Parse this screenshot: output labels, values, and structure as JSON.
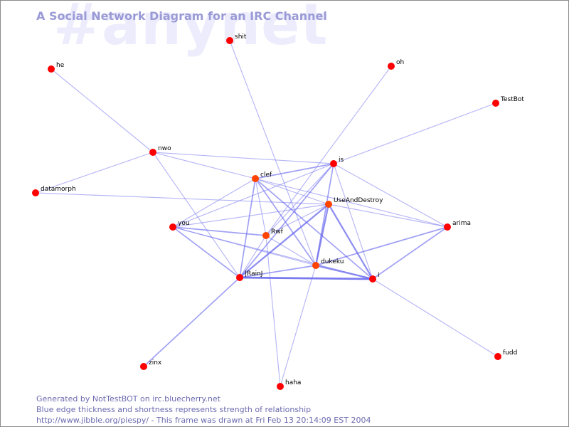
{
  "watermark": "#anynet",
  "title": "A Social Network Diagram for an IRC Channel",
  "footer": {
    "line1": "Generated by NotTestBOT on irc.bluecherry.net",
    "line2": "Blue edge thickness and shortness represents strength of relationship",
    "line3": "http://www.jibble.org/piespy/ - This frame was drawn at Fri Feb 13 20:14:09 EST 2004"
  },
  "colors": {
    "node": "#ff0000",
    "node_active": "#ff4400",
    "edge": "#6666ee"
  },
  "nodes": [
    {
      "id": "shit",
      "label": "shit"
    },
    {
      "id": "he",
      "label": "he"
    },
    {
      "id": "oh",
      "label": "oh"
    },
    {
      "id": "TestBot",
      "label": "TestBot"
    },
    {
      "id": "nwo",
      "label": "nwo"
    },
    {
      "id": "is",
      "label": "is"
    },
    {
      "id": "clef",
      "label": "clef"
    },
    {
      "id": "datamorph",
      "label": "datamorph"
    },
    {
      "id": "UseAndDestroy",
      "label": "UseAndDestroy"
    },
    {
      "id": "arima",
      "label": "arima"
    },
    {
      "id": "you",
      "label": "you"
    },
    {
      "id": "Rwf",
      "label": "Rwf"
    },
    {
      "id": "dukeku",
      "label": "dukeku"
    },
    {
      "id": "i",
      "label": "i"
    },
    {
      "id": "JRainJ",
      "label": "|RainJ"
    },
    {
      "id": "fudd",
      "label": "fudd"
    },
    {
      "id": "zinx",
      "label": "zinx"
    },
    {
      "id": "haha",
      "label": "haha"
    }
  ],
  "edges": [
    {
      "source": "he",
      "target": "nwo",
      "strength": 1
    },
    {
      "source": "nwo",
      "target": "datamorph",
      "strength": 1
    },
    {
      "source": "nwo",
      "target": "is",
      "strength": 1
    },
    {
      "source": "nwo",
      "target": "clef",
      "strength": 1
    },
    {
      "source": "nwo",
      "target": "JRainJ",
      "strength": 1
    },
    {
      "source": "shit",
      "target": "dukeku",
      "strength": 1
    },
    {
      "source": "oh",
      "target": "Rwf",
      "strength": 1
    },
    {
      "source": "TestBot",
      "target": "is",
      "strength": 1
    },
    {
      "source": "datamorph",
      "target": "UseAndDestroy",
      "strength": 1
    },
    {
      "source": "clef",
      "target": "is",
      "strength": 2
    },
    {
      "source": "clef",
      "target": "you",
      "strength": 1
    },
    {
      "source": "clef",
      "target": "UseAndDestroy",
      "strength": 1
    },
    {
      "source": "clef",
      "target": "Rwf",
      "strength": 1
    },
    {
      "source": "clef",
      "target": "dukeku",
      "strength": 2
    },
    {
      "source": "clef",
      "target": "i",
      "strength": 2
    },
    {
      "source": "clef",
      "target": "JRainJ",
      "strength": 2
    },
    {
      "source": "clef",
      "target": "arima",
      "strength": 1
    },
    {
      "source": "is",
      "target": "you",
      "strength": 1
    },
    {
      "source": "is",
      "target": "arima",
      "strength": 1
    },
    {
      "source": "is",
      "target": "Rwf",
      "strength": 1
    },
    {
      "source": "is",
      "target": "dukeku",
      "strength": 2
    },
    {
      "source": "is",
      "target": "JRainJ",
      "strength": 2
    },
    {
      "source": "is",
      "target": "i",
      "strength": 1
    },
    {
      "source": "UseAndDestroy",
      "target": "you",
      "strength": 1
    },
    {
      "source": "UseAndDestroy",
      "target": "arima",
      "strength": 1
    },
    {
      "source": "UseAndDestroy",
      "target": "Rwf",
      "strength": 1
    },
    {
      "source": "UseAndDestroy",
      "target": "dukeku",
      "strength": 3
    },
    {
      "source": "UseAndDestroy",
      "target": "i",
      "strength": 3
    },
    {
      "source": "UseAndDestroy",
      "target": "JRainJ",
      "strength": 3
    },
    {
      "source": "you",
      "target": "Rwf",
      "strength": 2
    },
    {
      "source": "you",
      "target": "JRainJ",
      "strength": 2
    },
    {
      "source": "you",
      "target": "i",
      "strength": 1
    },
    {
      "source": "you",
      "target": "dukeku",
      "strength": 1
    },
    {
      "source": "Rwf",
      "target": "dukeku",
      "strength": 1
    },
    {
      "source": "Rwf",
      "target": "JRainJ",
      "strength": 1
    },
    {
      "source": "Rwf",
      "target": "haha",
      "strength": 1
    },
    {
      "source": "dukeku",
      "target": "arima",
      "strength": 2
    },
    {
      "source": "dukeku",
      "target": "i",
      "strength": 3
    },
    {
      "source": "dukeku",
      "target": "JRainJ",
      "strength": 2
    },
    {
      "source": "dukeku",
      "target": "haha",
      "strength": 1
    },
    {
      "source": "JRainJ",
      "target": "i",
      "strength": 4
    },
    {
      "source": "JRainJ",
      "target": "zinx",
      "strength": 2
    },
    {
      "source": "i",
      "target": "arima",
      "strength": 2
    },
    {
      "source": "i",
      "target": "fudd",
      "strength": 1
    }
  ]
}
